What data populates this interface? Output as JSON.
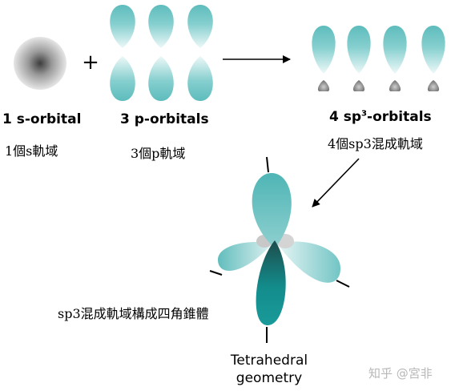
{
  "labels": {
    "s_orbital": "1 s-orbital",
    "s_orbital_zh": "1個s軌域",
    "p_orbitals": "3 p-orbitals",
    "p_orbitals_zh": "3個p軌域",
    "sp3_prefix": "4 sp",
    "sp3_superscript": "3",
    "sp3_suffix": "-orbitals",
    "sp3_zh": "4個sp3混成軌域",
    "tetra_zh": "sp3混成軌域構成四角錐體",
    "tetra_line1": "Tetrahedral",
    "tetra_line2": "geometry"
  },
  "symbols": {
    "plus": "+"
  },
  "watermark": "知乎 @宮非",
  "colors": {
    "lobe_teal": "#5cbdbd",
    "lobe_dark": "#148d8d",
    "lobe_light": "#e6f4f4",
    "s_center": "#3d3d3d",
    "s_edge": "#e4e4e4",
    "small_lobe": "#6a6a6a",
    "arrow": "#000000"
  }
}
